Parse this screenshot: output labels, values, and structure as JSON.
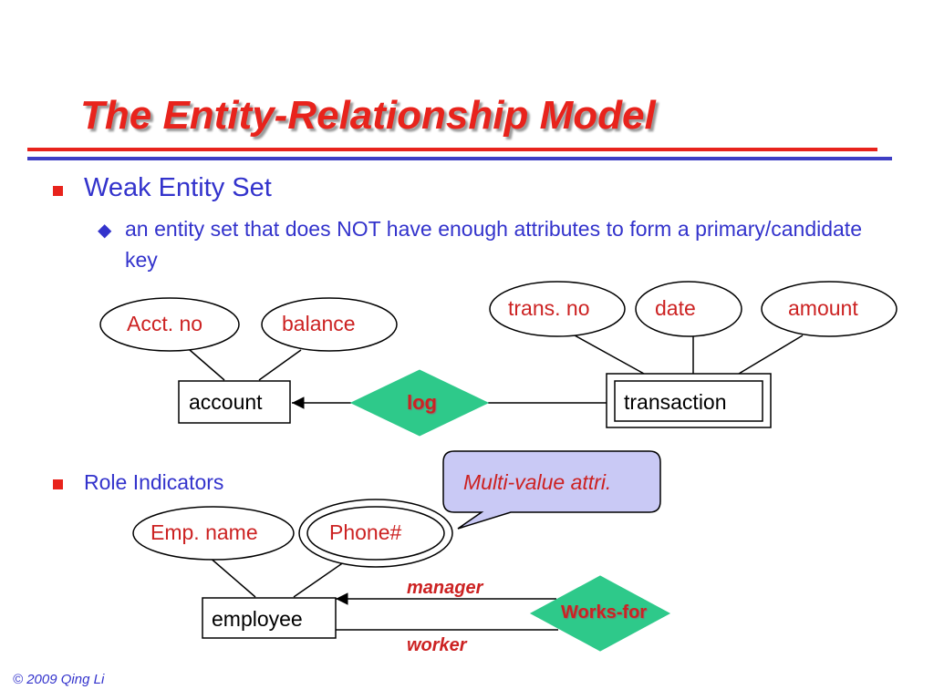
{
  "slide": {
    "title": "The Entity-Relationship Model",
    "bullet1": "Weak Entity Set",
    "sub1": "an entity set that does NOT have enough attributes to form a primary/candidate key",
    "bullet2": "Role Indicators",
    "footer": "© 2009  Qing Li"
  },
  "diagram1": {
    "attr_acct": "Acct. no",
    "attr_balance": "balance",
    "attr_trans_no": "trans. no",
    "attr_date": "date",
    "attr_amount": "amount",
    "entity_account": "account",
    "relationship_log": "log",
    "entity_transaction": "transaction"
  },
  "diagram2": {
    "attr_emp_name": "Emp. name",
    "attr_phone": "Phone#",
    "entity_employee": "employee",
    "relationship_works_for": "Works-for",
    "role_manager": "manager",
    "role_worker": "worker",
    "callout": "Multi-value attri."
  },
  "colors": {
    "title": "#e8231c",
    "heading": "#3333cc",
    "label": "#cc2222",
    "relationship_fill": "#2ec98a",
    "callout_fill": "#c9c9f5"
  }
}
